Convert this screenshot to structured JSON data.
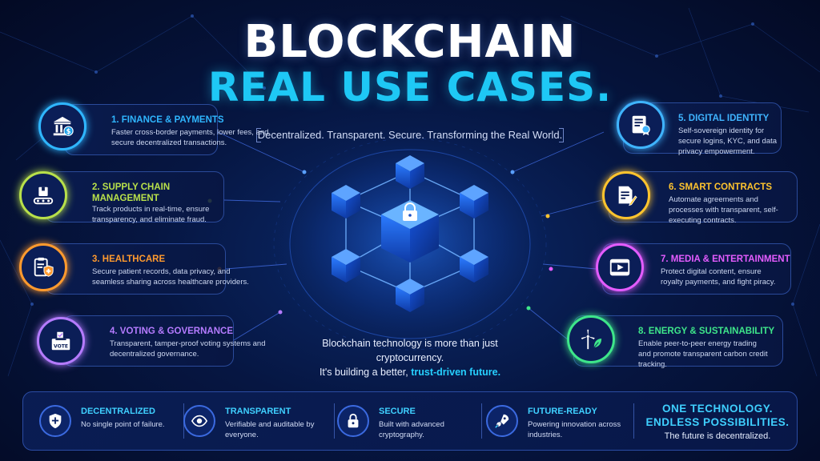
{
  "header": {
    "title_line1": "BLOCKCHAIN",
    "title_line2": "REAL USE CASES.",
    "tagline": "Decentralized. Transparent. Secure. Transforming the Real World."
  },
  "use_cases": [
    {
      "title": "1. FINANCE & PAYMENTS",
      "description": "Faster cross-border payments, lower fees, and secure decentralized transactions.",
      "color": "#2fb6ff",
      "icon": "bank-icon"
    },
    {
      "title": "2. SUPPLY CHAIN MANAGEMENT",
      "description": "Track products in real-time, ensure transparency, and eliminate fraud.",
      "color": "#b8e04a",
      "icon": "conveyor-box-icon"
    },
    {
      "title": "3. HEALTHCARE",
      "description": "Secure patient records, data privacy, and seamless sharing across healthcare providers.",
      "color": "#ff9a2e",
      "icon": "clipboard-shield-icon"
    },
    {
      "title": "4. VOTING & GOVERNANCE",
      "description": "Transparent, tamper-proof voting systems and decentralized governance.",
      "color": "#b57bff",
      "icon": "ballot-box-icon"
    },
    {
      "title": "5. DIGITAL IDENTITY",
      "description": "Self-sovereign identity for secure logins, KYC, and data privacy empowerment.",
      "color": "#3fb4ff",
      "icon": "id-certificate-icon"
    },
    {
      "title": "6. SMART CONTRACTS",
      "description": "Automate agreements and processes with transparent, self-executing contracts.",
      "color": "#ffc42e",
      "icon": "contract-pen-icon"
    },
    {
      "title": "7. MEDIA & ENTERTAINMENT",
      "description": "Protect digital content, ensure royalty payments, and fight piracy.",
      "color": "#e45cff",
      "icon": "video-player-icon"
    },
    {
      "title": "8. ENERGY & SUSTAINABILITY",
      "description": "Enable peer-to-peer energy trading and promote transparent carbon credit tracking.",
      "color": "#3ee68a",
      "icon": "wind-turbine-leaf-icon"
    }
  ],
  "icons": {
    "vote_label": "VOTE",
    "dollar_label": "$"
  },
  "center": {
    "line1": "Blockchain technology is more than just cryptocurrency.",
    "line2": "It's building a better,",
    "highlight": "trust-driven future."
  },
  "features": [
    {
      "title": "DECENTRALIZED",
      "description": "No single point of failure.",
      "icon": "shield-plus-icon"
    },
    {
      "title": "TRANSPARENT",
      "description": "Verifiable and auditable by everyone.",
      "icon": "eye-icon"
    },
    {
      "title": "SECURE",
      "description": "Built with advanced cryptography.",
      "icon": "padlock-icon"
    },
    {
      "title": "FUTURE-READY",
      "description": "Powering innovation across industries.",
      "icon": "rocket-icon"
    }
  ],
  "slogan": {
    "line1": "ONE TECHNOLOGY. ENDLESS POSSIBILITIES.",
    "line2": "The future is decentralized."
  },
  "colors": {
    "accent": "#1ec8f5",
    "background": "#061642"
  }
}
